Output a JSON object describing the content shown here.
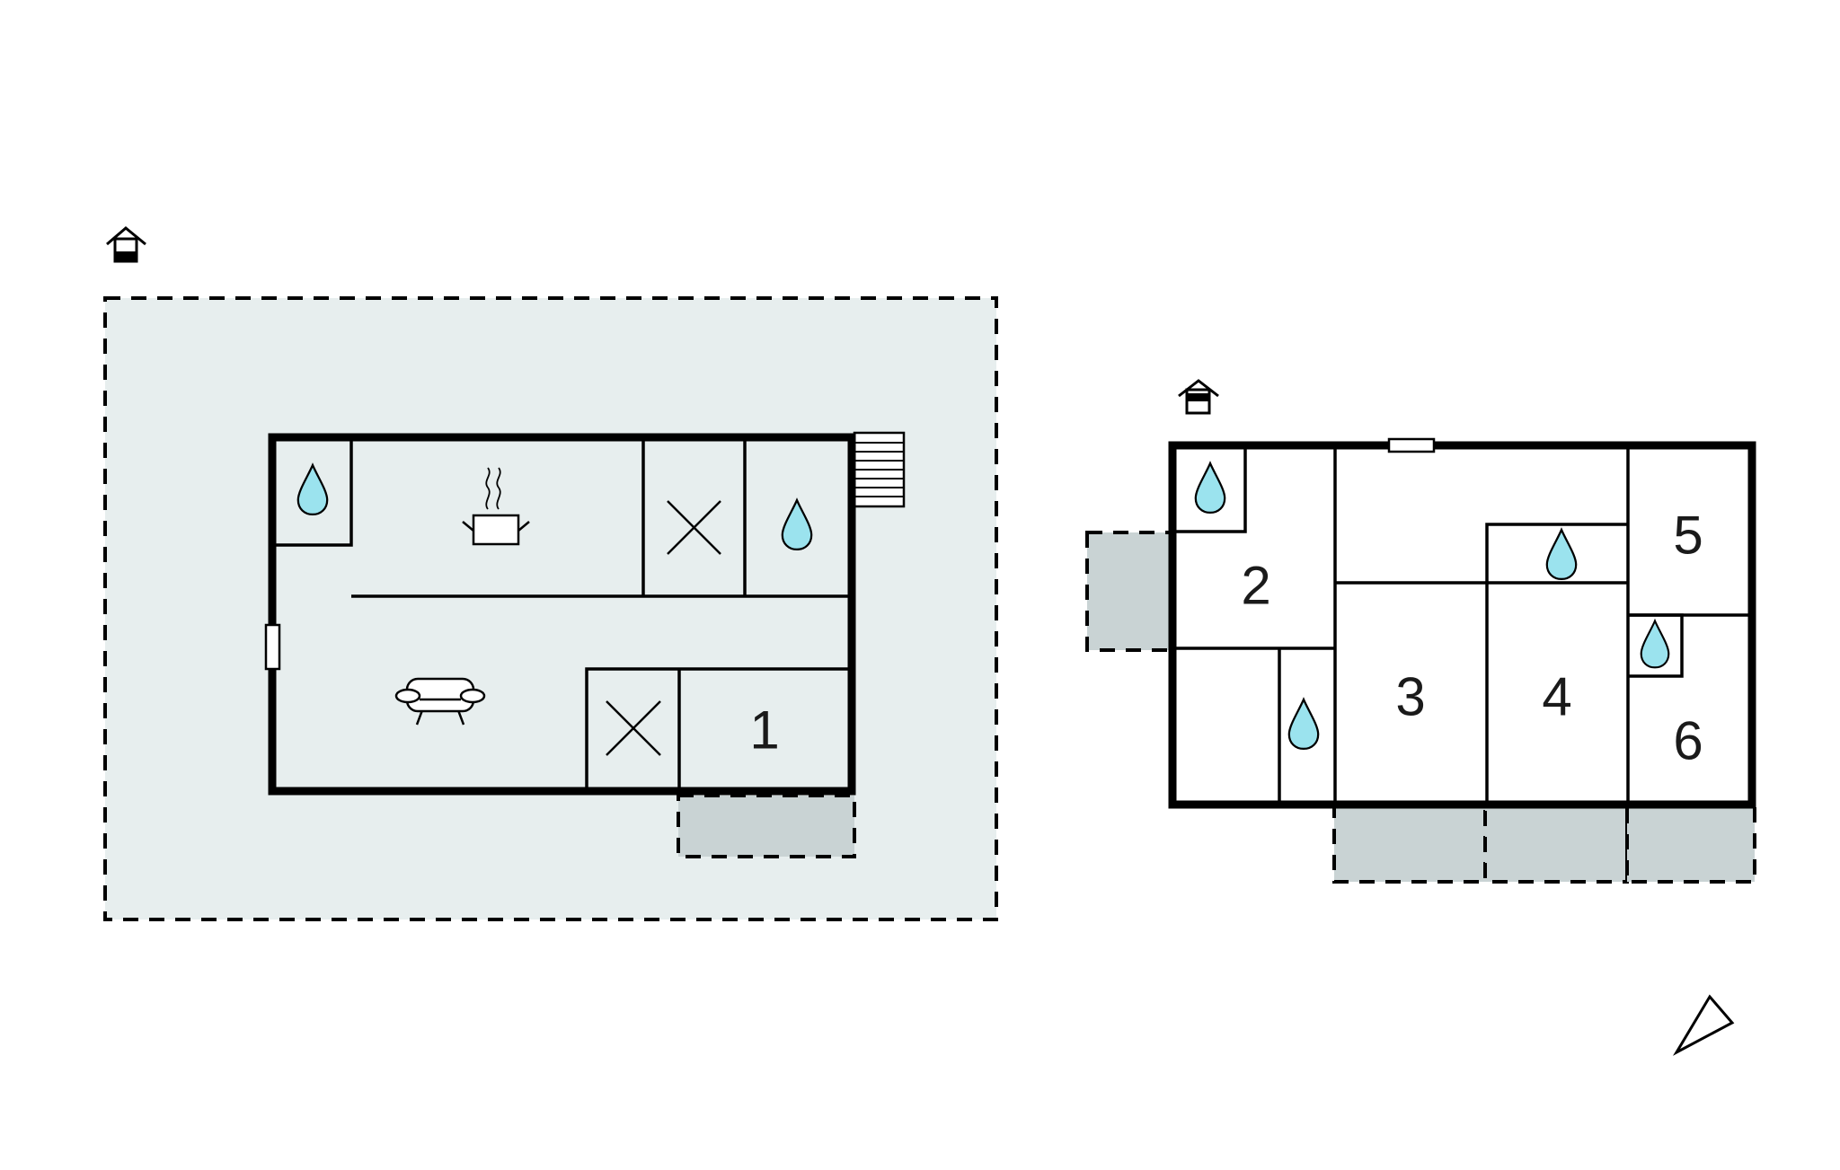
{
  "colors": {
    "wall": "#000000",
    "terrace": "#e7eeee",
    "patio": "#c9d3d4",
    "water_drop": "#9be3ee",
    "background": "#ffffff"
  },
  "floors": [
    {
      "id": "ground-floor",
      "level_icon": "house-ground-floor-icon",
      "rooms": [
        {
          "key": "room-1",
          "label": "1",
          "icon": ""
        },
        {
          "key": "bathroom-small",
          "label": "",
          "icon": "water-drop-icon"
        },
        {
          "key": "kitchen",
          "label": "",
          "icon": "cooking-pot-icon"
        },
        {
          "key": "storage-top",
          "label": "",
          "icon": "cross-icon"
        },
        {
          "key": "bathroom-right",
          "label": "",
          "icon": "water-drop-icon"
        },
        {
          "key": "living-room",
          "label": "",
          "icon": "sofa-icon"
        },
        {
          "key": "storage-bottom",
          "label": "",
          "icon": "cross-icon"
        }
      ]
    },
    {
      "id": "upper-floor",
      "level_icon": "house-upper-floor-icon",
      "rooms": [
        {
          "key": "room-2",
          "label": "2",
          "icon": ""
        },
        {
          "key": "room-3",
          "label": "3",
          "icon": ""
        },
        {
          "key": "room-4",
          "label": "4",
          "icon": ""
        },
        {
          "key": "room-5",
          "label": "5",
          "icon": ""
        },
        {
          "key": "room-6",
          "label": "6",
          "icon": ""
        },
        {
          "key": "bath-2",
          "label": "",
          "icon": "water-drop-icon"
        },
        {
          "key": "bath-hall",
          "label": "",
          "icon": "water-drop-icon"
        },
        {
          "key": "bath-4",
          "label": "",
          "icon": "water-drop-icon"
        },
        {
          "key": "bath-6",
          "label": "",
          "icon": "water-drop-icon"
        }
      ]
    }
  ],
  "compass_icon": "north-arrow-icon"
}
